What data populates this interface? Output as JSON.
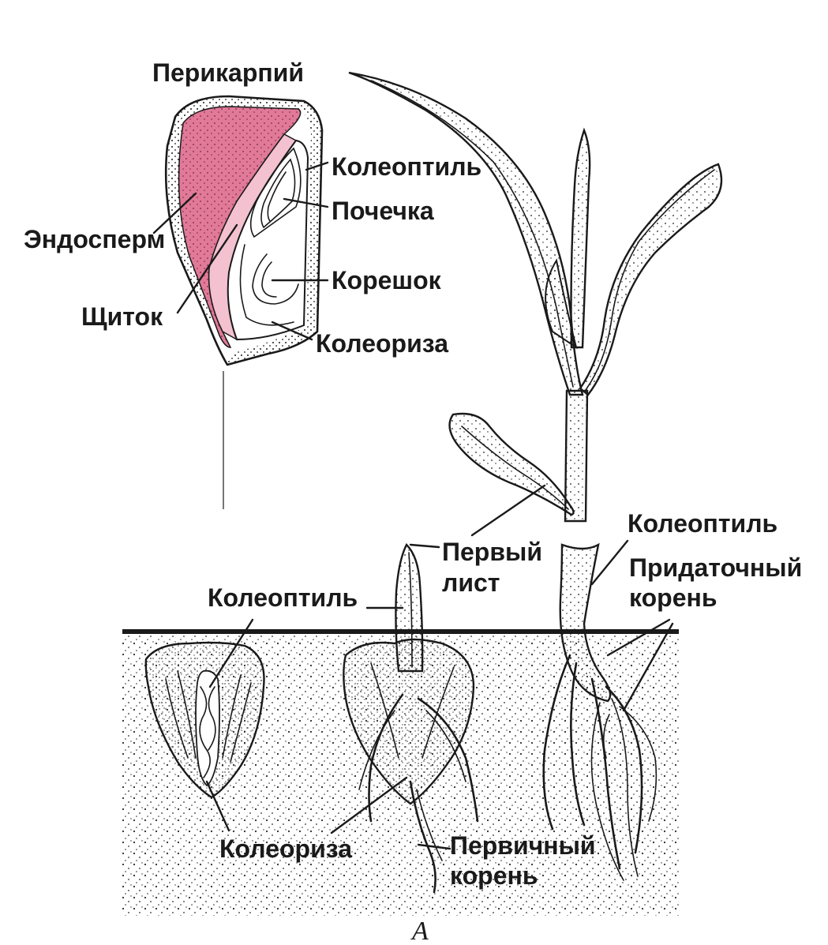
{
  "labels": {
    "pericarp": "Перикарпий",
    "endosperm": "Эндосперм",
    "coleoptile_seed": "Колеоптиль",
    "plumule": "Почечка",
    "radicle": "Корешок",
    "scutellum": "Щиток",
    "coleorhiza_seed": "Колеориза",
    "coleoptile_right": "Колеоптиль",
    "first_leaf_l1": "Первый",
    "first_leaf_l2": "лист",
    "adventitious_root_l1": "Придаточный",
    "adventitious_root_l2": "корень",
    "coleoptile_mid": "Колеоптиль",
    "coleorhiza_bottom": "Колеориза",
    "primary_root_l1": "Первичный",
    "primary_root_l2": "корень",
    "caption": "А"
  },
  "colors": {
    "endosperm_fill": "#e07a98",
    "ink": "#1a1a1a",
    "soil_dots": "#2a2a2a"
  }
}
